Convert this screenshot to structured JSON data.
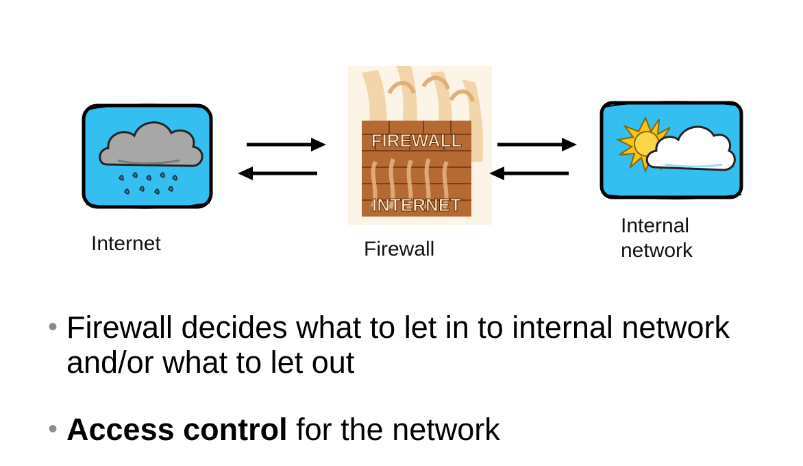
{
  "diagram": {
    "nodes": [
      {
        "id": "internet",
        "label": "Internet",
        "icon": "rain-cloud-icon"
      },
      {
        "id": "firewall",
        "label": "Firewall",
        "icon": "firewall-brick-icon",
        "image_text_top": "FIREWALL",
        "image_text_bottom": "INTERNET"
      },
      {
        "id": "internal",
        "label_line1": "Internal",
        "label_line2": "network",
        "icon": "sun-cloud-icon"
      }
    ],
    "colors": {
      "sky": "#35bff0",
      "brick": "#b56a33",
      "sun": "#f7c418",
      "cloud_gray": "#a7a7a7"
    }
  },
  "bullets": {
    "item1": "Firewall decides what to let in to internal network and/or what to let out",
    "item2_bold": "Access control",
    "item2_rest": " for the network"
  }
}
